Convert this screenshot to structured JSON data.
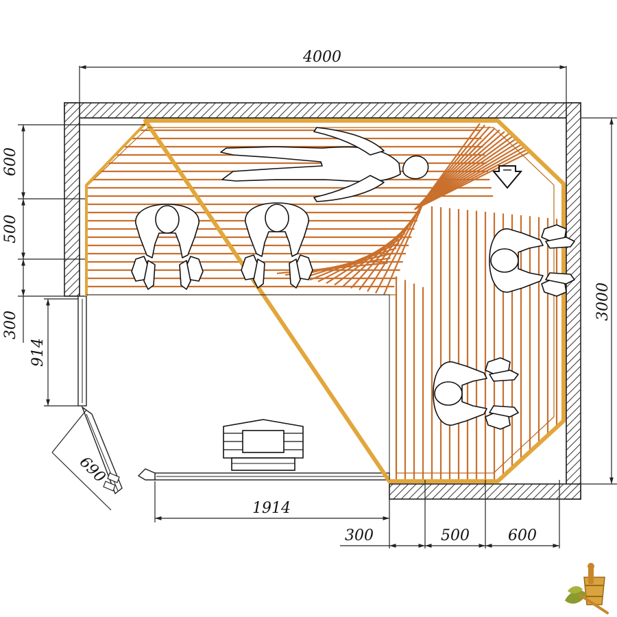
{
  "diagram": {
    "dimensions": {
      "total_width": "4000",
      "total_height": "3000",
      "left_top": "600",
      "left_middle": "500",
      "left_lower": "300",
      "door_height": "914",
      "door_swing": "690",
      "front_width": "1914",
      "bottom_a": "300",
      "bottom_b": "500",
      "bottom_c": "600"
    },
    "icons": {
      "figures": [
        "person-lying-icon",
        "person-sitting-icon",
        "person-sitting-icon",
        "person-sitting-icon",
        "person-sitting-icon"
      ],
      "heater": "stove-heater-icon",
      "vent": "vent-arrow-icon",
      "logo": "bucket-broom-logo-icon"
    },
    "colors": {
      "bench_slat": "#c9702d",
      "bench_rim": "#e2a63b",
      "line": "#222222"
    }
  }
}
